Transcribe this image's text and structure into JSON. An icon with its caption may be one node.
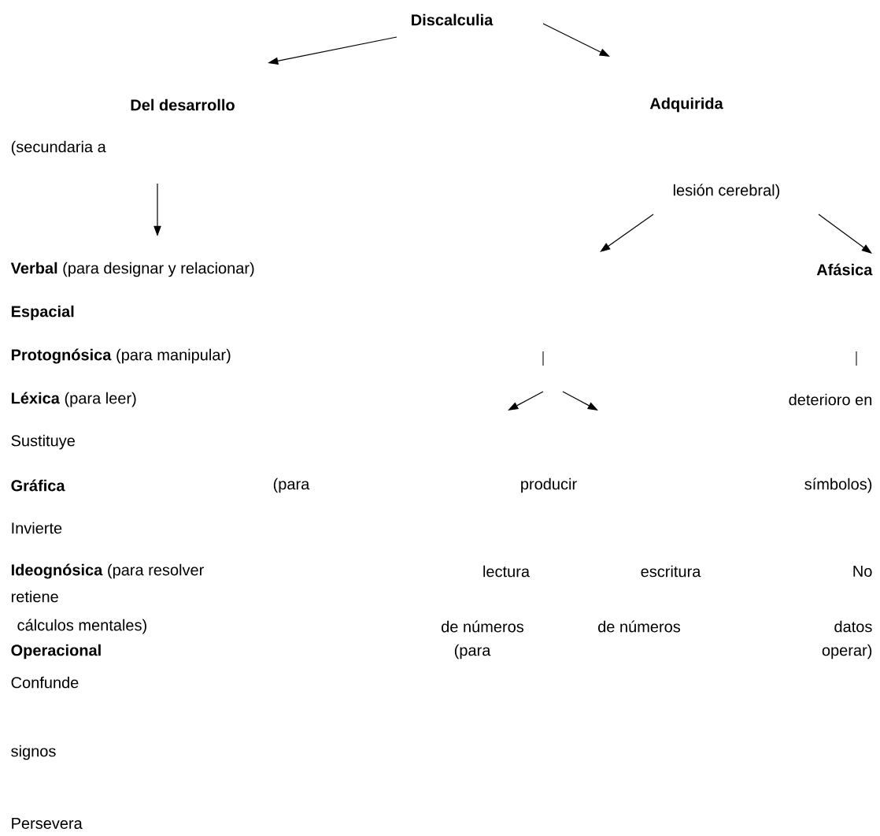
{
  "diagram": {
    "nodes": [
      {
        "text": [
          "Discalculia"
        ]
      },
      {
        "text": [
          "Del desarrollo"
        ]
      },
      {
        "text": [
          "Adquirida"
        ]
      },
      {
        "text": [
          "(secundaria a"
        ]
      },
      {
        "text": [
          "lesión cerebral)"
        ]
      },
      {
        "text": [
          "**Verbal** (para designar y relacionar)"
        ]
      },
      {
        "text": [
          "Afásica"
        ]
      },
      {
        "text": [
          "lectura"
        ]
      },
      {
        "text": [
          "escritura"
        ]
      }
    ],
    "edges": [
      {
        "from": 0,
        "to": 1,
        "arrow": "to"
      },
      {
        "from": 0,
        "to": 2,
        "arrow": "to"
      },
      {
        "from": 3,
        "to": 5,
        "arrow": "to"
      },
      {
        "from": 4,
        "to": null,
        "arrow": "to"
      },
      {
        "from": 4,
        "to": 6,
        "arrow": "to"
      }
    ],
    "labels": [
      "Espacial",
      "**Protognósica** (para manipular)",
      "**Léxica** (para leer)",
      "deterioro en",
      "Sustituye",
      "Gráfica",
      "(para",
      "producir",
      "símbolos)",
      "Invierte",
      "**Ideognósica** (para resolver",
      "No",
      "retiene",
      "cálculos mentales)",
      "de números",
      "de números",
      "datos",
      "Operacional",
      "(para",
      "operar)",
      "Confunde",
      "signos",
      "Persevera"
    ]
  }
}
